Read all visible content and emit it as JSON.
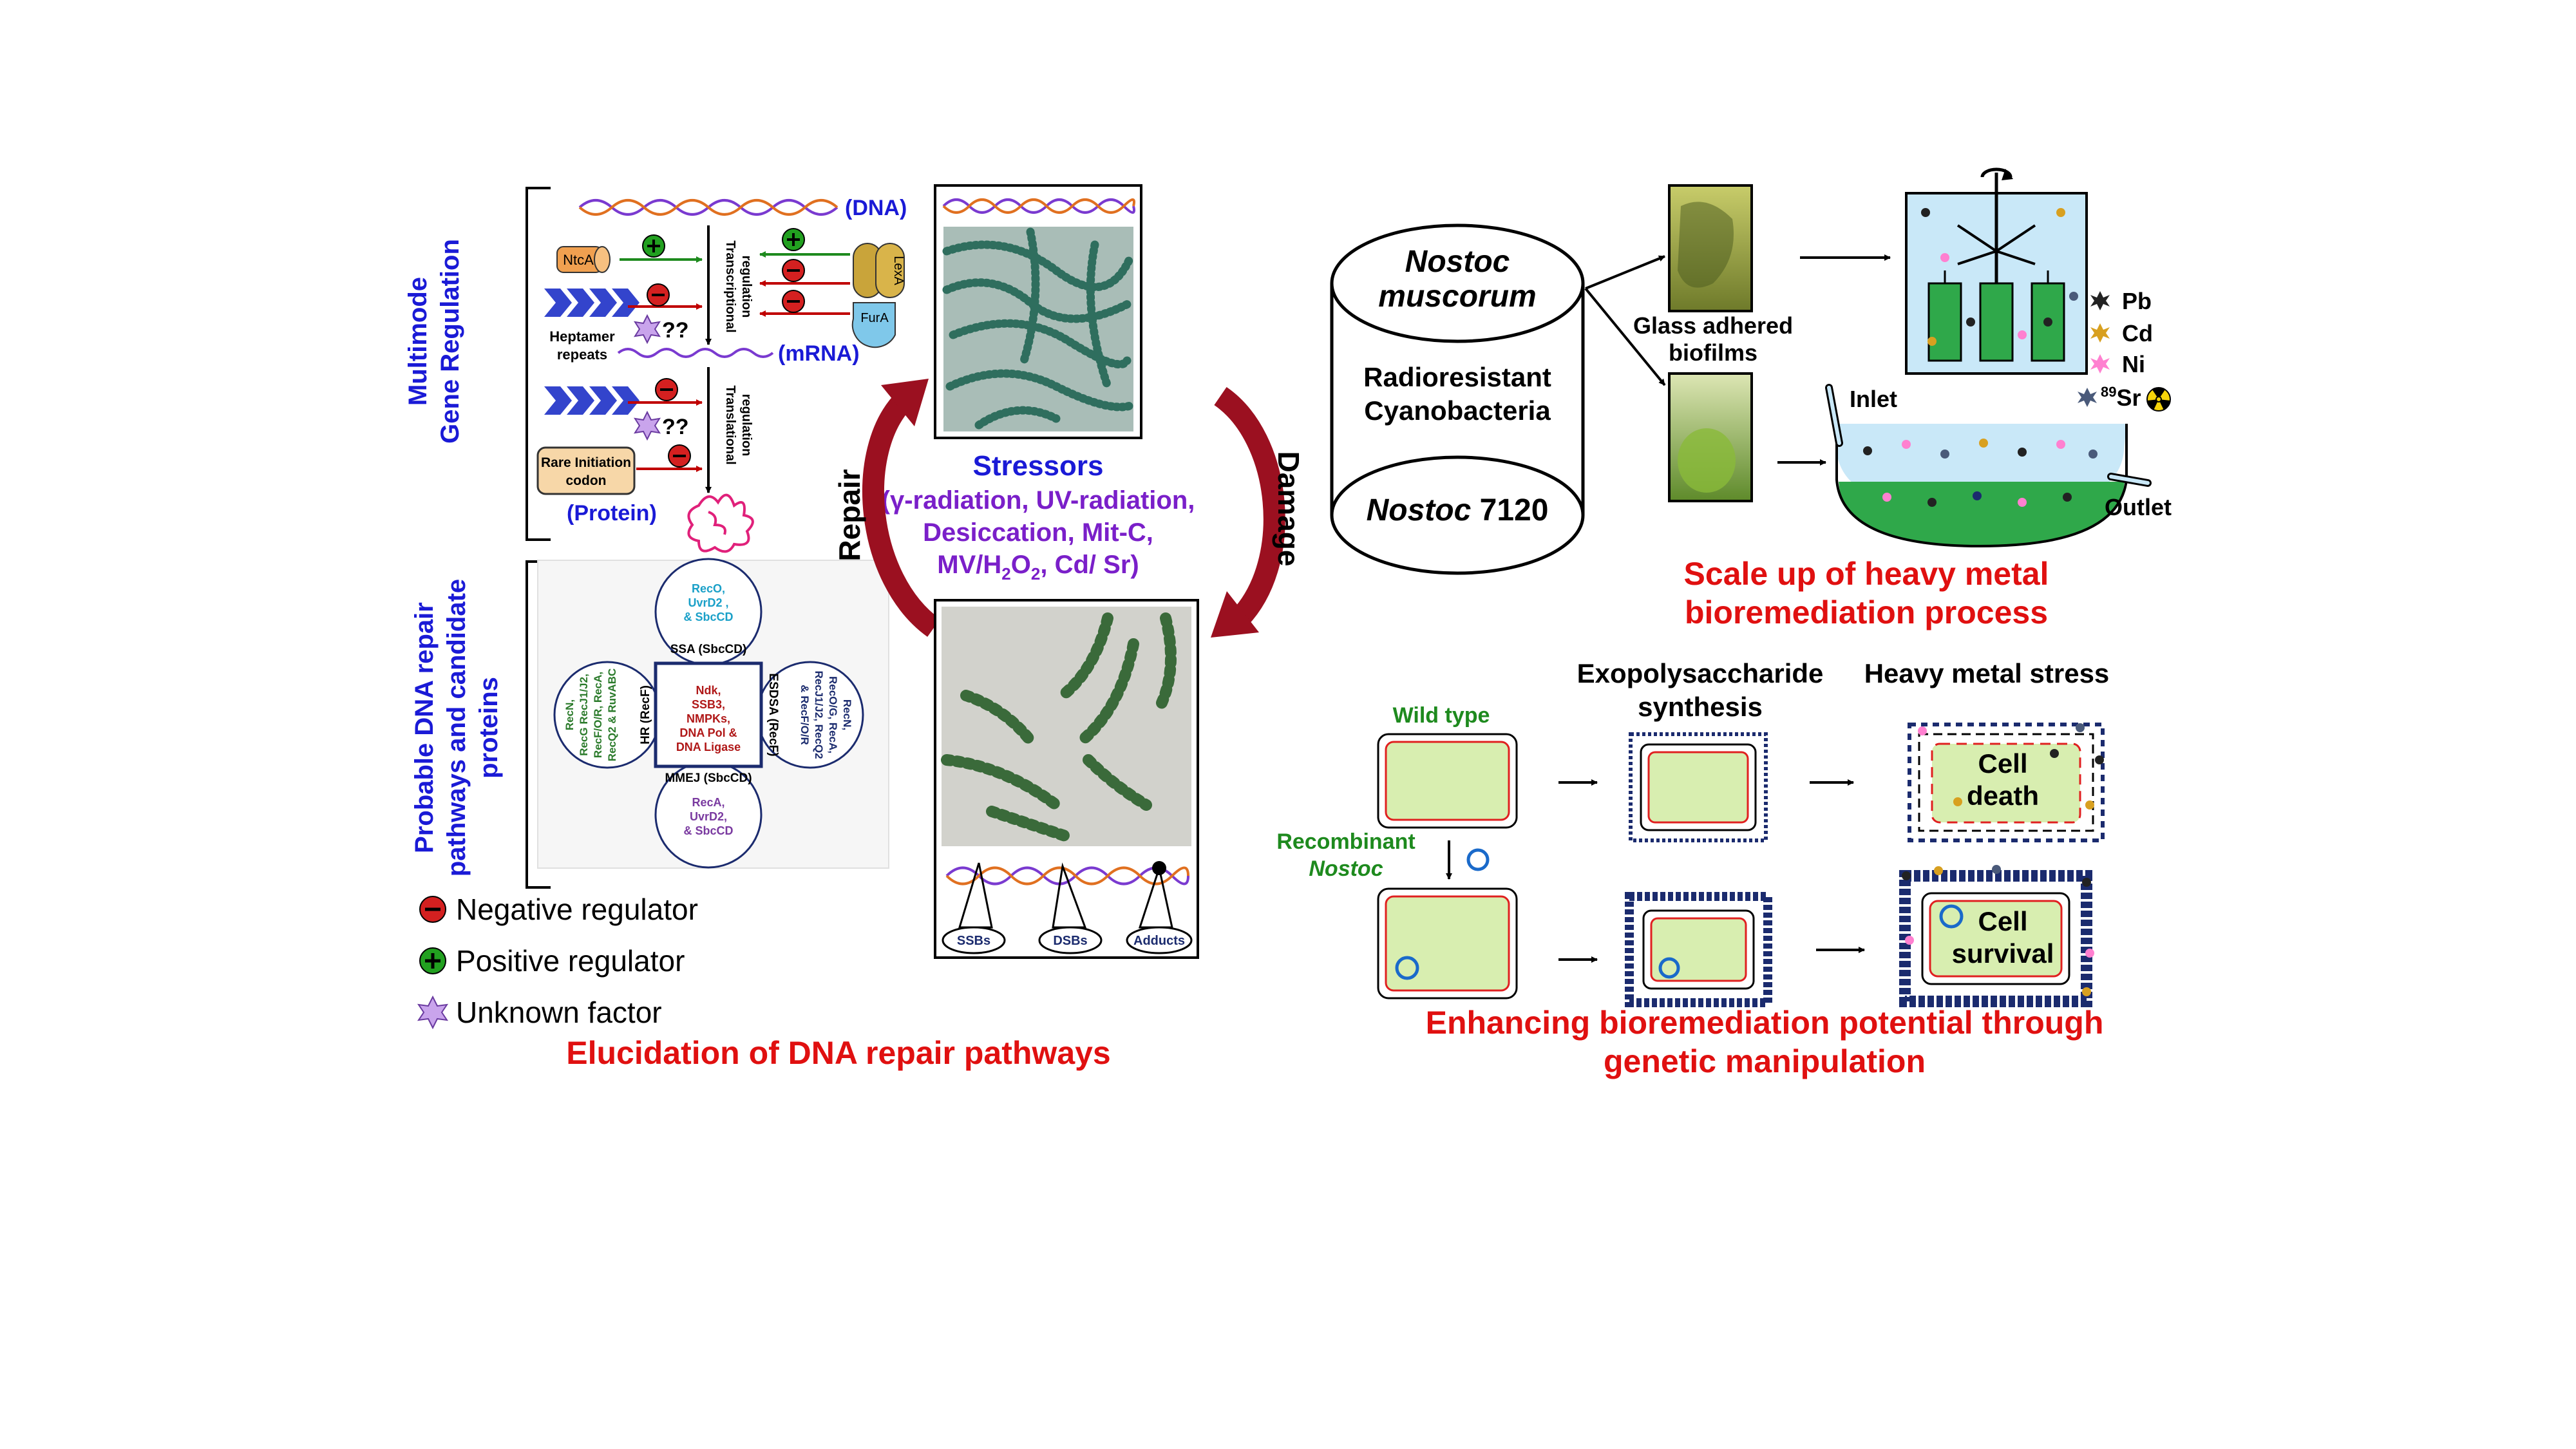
{
  "gene_regulation": {
    "side_title_1": "Multimode",
    "side_title_2": "Gene Regulation",
    "dna_label": "(DNA)",
    "mrna_label": "(mRNA)",
    "protein_label": "(Protein)",
    "ntca": "NtcA",
    "lexa": "LexA",
    "fura": "FurA",
    "heptamer_1": "Heptamer",
    "heptamer_2": "repeats",
    "unknown_q1": "??",
    "unknown_q2": "??",
    "transcriptional_1": "Transcriptional",
    "transcriptional_2": "regulation",
    "translational_1": "Translational",
    "translational_2": "regulation",
    "rare_1": "Rare Initiation",
    "rare_2": "codon"
  },
  "repair_pathways": {
    "side_title_1": "Probable DNA repair",
    "side_title_2": "pathways and candidate",
    "side_title_3": "proteins",
    "ssa_proteins_1": "RecO,",
    "ssa_proteins_2": "UvrD2 ,",
    "ssa_proteins_3": "& SbcCD",
    "ssa_label": "SSA (SbcCD)",
    "hr_label": "HR (RecF)",
    "hr_proteins_1": "RecN,",
    "hr_proteins_2": "RecG RecJ1/J2,",
    "hr_proteins_3": "RecF/O/R, RecA,",
    "hr_proteins_4": "RecQ2 & RuvABC",
    "esdsa_label": "ESDSA (RecF)",
    "esdsa_proteins_1": "RecN,",
    "esdsa_proteins_2": "RecO/G, RecA,",
    "esdsa_proteins_3": "RecJ1/J2, RecQ2",
    "esdsa_proteins_4": "& RecF/O/R",
    "mmej_label": "MMEJ (SbcCD)",
    "mmej_proteins_1": "RecA,",
    "mmej_proteins_2": "UvrD2,",
    "mmej_proteins_3": "& SbcCD",
    "center_1": "Ndk,",
    "center_2": "SSB3,",
    "center_3": "NMPKs,",
    "center_4": "DNA Pol &",
    "center_5": "DNA Ligase"
  },
  "legend": {
    "negative": "Negative regulator",
    "positive": "Positive regulator",
    "unknown": "Unknown factor"
  },
  "stressors": {
    "title": "Stressors",
    "line1": "(γ-radiation, UV-radiation,",
    "line2": "Desiccation,  Mit-C,",
    "line3_a": "MV/H",
    "line3_sub1": "2",
    "line3_b": "O",
    "line3_sub2": "2",
    "line3_c": ",  Cd/ Sr)"
  },
  "cycle": {
    "repair": "Repair",
    "damage": "Damage"
  },
  "lesions": {
    "ssb": "SSBs",
    "dsb": "DSBs",
    "adduct": "Adducts"
  },
  "footer_left": "Elucidation of DNA repair pathways",
  "cylinder": {
    "top_1": "Nostoc",
    "top_2": "muscorum",
    "middle_1": "Radioresistant",
    "middle_2": "Cyanobacteria",
    "bottom_a": "Nostoc",
    "bottom_b": " 7120"
  },
  "bioremediation": {
    "glass_1": "Glass adhered",
    "glass_2": "biofilms",
    "inlet": "Inlet",
    "outlet": "Outlet",
    "metals": [
      "Pb",
      "Cd",
      "Ni"
    ],
    "sr_sup": "89",
    "sr": "Sr",
    "title_1": "Scale up of heavy metal",
    "title_2": "bioremediation process"
  },
  "genetic": {
    "exo_1": "Exopolysaccharide",
    "exo_2": "synthesis",
    "heavy": "Heavy metal stress",
    "wild": "Wild type",
    "recomb_1": "Recombinant",
    "recomb_2": "Nostoc",
    "death_1": "Cell",
    "death_2": "death",
    "survival_1": "Cell",
    "survival_2": "survival",
    "title_1": "Enhancing bioremediation potential through",
    "title_2": "genetic manipulation"
  },
  "colors": {
    "accent_blue": "#1a1ad6",
    "accent_purple": "#7a1fc9",
    "accent_red": "#e01010",
    "dark_red": "#9b1020",
    "green": "#1e8a1e",
    "navy": "#1b2b6e",
    "cell_fill": "#d8eeb0"
  }
}
